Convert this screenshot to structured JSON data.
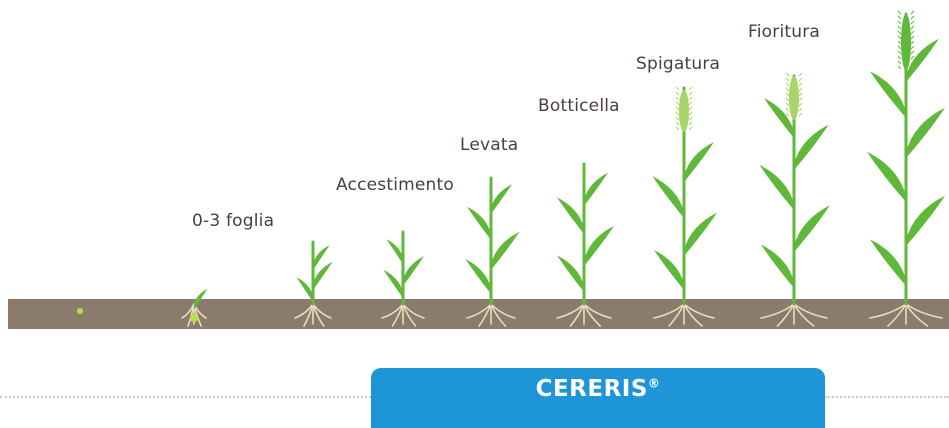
{
  "stages": [
    {
      "label": ""
    },
    {
      "label": ""
    },
    {
      "label": "0-3 foglia"
    },
    {
      "label": "Accestimento"
    },
    {
      "label": "Levata"
    },
    {
      "label": "Botticella"
    },
    {
      "label": "Spigatura"
    },
    {
      "label": "Fioritura"
    },
    {
      "label": ""
    }
  ],
  "brand": {
    "name": "CERERIS",
    "mark": "®"
  },
  "colors": {
    "soil": "#8a7b6c",
    "leaf": "#5fb83a",
    "leaf_light": "#a8d46a",
    "root": "#e8dcc0",
    "seed": "#b7e23c",
    "label": "#4a3f3a",
    "brand_tab": "#1e95d6",
    "dots": "#c9cdd1"
  }
}
